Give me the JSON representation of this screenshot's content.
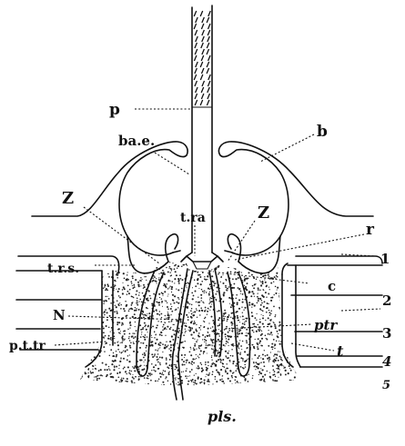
{
  "labels": {
    "p": "p",
    "bae": "ba.e.",
    "b": "b",
    "z_left": "Z",
    "z_right": "Z",
    "tra": "t.ra",
    "r": "r",
    "trs": "t.r.s.",
    "c": "c",
    "n": "N",
    "ptr": "ptr",
    "pttr": "p.t.tr",
    "t": "t",
    "pls": "pls.",
    "layer_1": "1",
    "layer_2": "2",
    "layer_3": "3",
    "layer_4": "4",
    "layer_5": "5"
  }
}
